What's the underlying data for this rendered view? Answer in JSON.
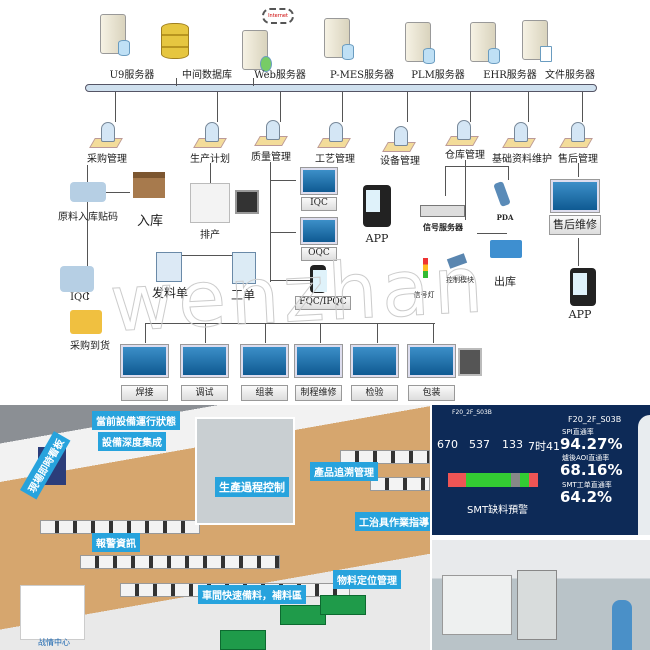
{
  "servers": [
    "U9服务器",
    "中间数据库",
    "Web服务器",
    "P-MES服务器",
    "PLM服务器",
    "EHR服务器",
    "文件服务器"
  ],
  "internet_label": "Internet",
  "modules": [
    "采购管理",
    "生产计划",
    "质量管理",
    "工艺管理",
    "设备管理",
    "仓库管理",
    "基础资料维护",
    "售后管理"
  ],
  "nodes": {
    "raw_label": "原料入库贴码",
    "stock_in": "入库",
    "schedule": "排产",
    "iqc": "IQC",
    "oqc": "OQC",
    "fqc": "FQC/IPQC",
    "app": "APP",
    "signal_server": "信号服务器",
    "pda": "PDA",
    "after_sales": "售后维修",
    "issue_form": "发料单",
    "work_order": "工单",
    "signal_light": "信号灯",
    "control_module": "控制模块",
    "stock_out": "出库",
    "iqc_left": "IQC",
    "purchase_arrival": "采购到货",
    "app2": "APP"
  },
  "stations": [
    "焊接",
    "调试",
    "组装",
    "制程维修",
    "检验",
    "包装"
  ],
  "watermark": "wenzhan",
  "factory_tags": {
    "status": "當前設備運行狀態",
    "integration": "設備深度集成",
    "board": "現場即時看板",
    "process": "生產過程控制",
    "trace": "產品追溯管理",
    "alarm": "報警資訊",
    "guide": "工治具作業指導",
    "material": "物料定位管理",
    "buffer": "車間快速備料，補料區",
    "war_room": "战情中心"
  },
  "dashboard": {
    "title_left": "F20_2F_S03B",
    "title_right": "F20_2F_S03B",
    "values": [
      "670",
      "537",
      "133",
      "7时41"
    ],
    "spi_label": "SPI直通率",
    "spi": "94.27%",
    "aoi_label": "爐後AOI直通率",
    "aoi": "68.16%",
    "smt_label": "SMT工单直通率",
    "smt": "64.2%",
    "warning": "SMT缺料預警"
  },
  "colors": {
    "tag": "#27a3dd",
    "bus": "#cfe0ee"
  }
}
